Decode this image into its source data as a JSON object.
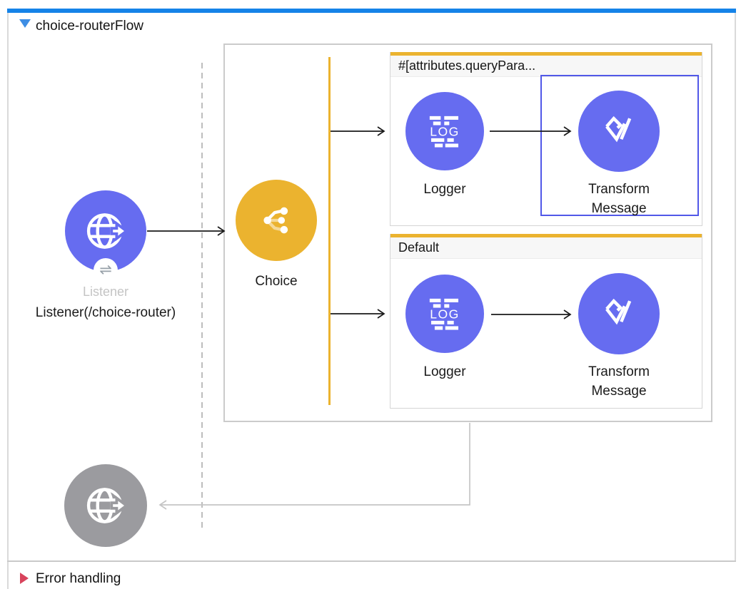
{
  "flow_title": "choice-routerFlow",
  "listener": {
    "type_label": "Listener",
    "caption": "Listener(/choice-router)"
  },
  "choice": {
    "label": "Choice"
  },
  "routes": {
    "when": {
      "header": "#[attributes.queryPara...",
      "logger_label": "Logger",
      "transform_label": "Transform Message"
    },
    "default": {
      "header": "Default",
      "logger_label": "Logger",
      "transform_label": "Transform Message"
    }
  },
  "icons": {
    "logger_text": "LOG"
  },
  "error_handling": {
    "label": "Error handling"
  },
  "colors": {
    "accent_blue": "#1583E8",
    "node_purple": "#666CF0",
    "node_yellow": "#EBB32F",
    "node_gray": "#9B9B9F",
    "selection_blue": "#5158E8",
    "error_red": "#D8435C",
    "connector_black": "#1A1A1A",
    "connector_gray": "#C5C5C5"
  }
}
